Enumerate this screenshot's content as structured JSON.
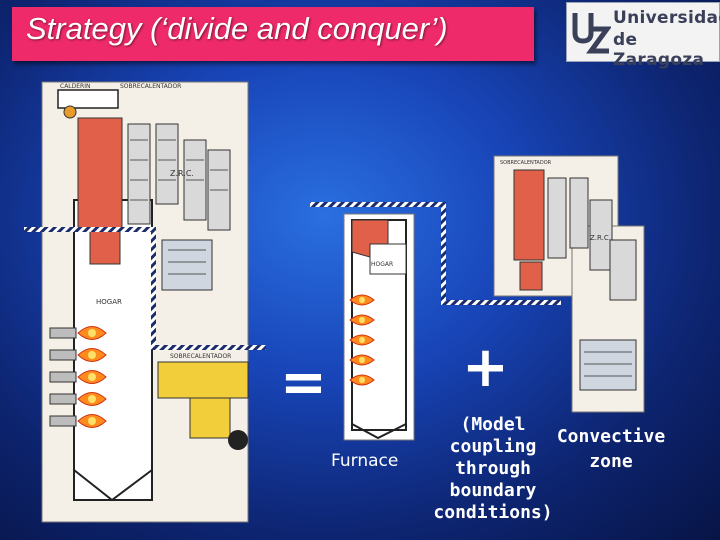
{
  "slide": {
    "title": "Strategy (‘divide and conquer’)",
    "operator_equals": "=",
    "operator_plus": "+",
    "furnace_label": "Furnace",
    "convective_label": "Convective zone",
    "model_note": "(Model\ncoupling\nthrough\nboundary\nconditions)"
  },
  "logo": {
    "line1": "Universidad",
    "line2": "de Zaragoza"
  },
  "diagram": {
    "full_boiler": {
      "labels": [
        "CALDERIN",
        "SOBRECALENTADOR",
        "Z.R.C.",
        "HOGAR",
        "SOBRECALENTADOR"
      ]
    },
    "furnace": {
      "labels": [
        "HOGAR"
      ]
    },
    "convective": {
      "labels": [
        "SOBRECALENTADOR",
        "Z.R.C."
      ]
    }
  },
  "colors": {
    "title_bg": "#ee2a6a",
    "background": "#1845b8",
    "flame": "#ff8a1e",
    "superheater": "#e0604a",
    "outline": "#1a1a1a"
  }
}
